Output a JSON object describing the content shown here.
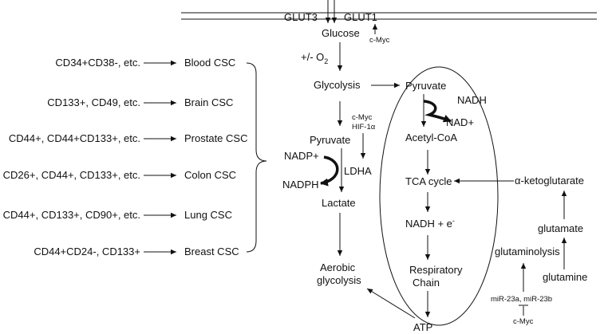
{
  "membrane": {
    "glut3": "GLUT3",
    "glut1": "GLUT1"
  },
  "pathway": {
    "glucose": "Glucose",
    "oxygen": "+/- O",
    "oxygen_sub": "2",
    "glut1_regulator": "c-Myc",
    "glycolysis": "Glycolysis",
    "pyruvate_cyto": "Pyruvate",
    "nadp_plus": "NADP+",
    "nadph": "NADPH",
    "ldha": "LDHA",
    "ldha_reg_1": "c-Myc",
    "ldha_reg_2": "HIF-1α",
    "lactate": "Lactate",
    "aerobic_1": "Aerobic",
    "aerobic_2": "glycolysis"
  },
  "mitochondrion": {
    "pyruvate": "Pyruvate",
    "nadh": "NADH",
    "nad_plus": "NAD+",
    "acetyl_coa": "Acetyl-CoA",
    "tca": "TCA cycle",
    "nadh_e": "NADH + e",
    "nadh_e_sup": "-",
    "respiratory_1": "Respiratory",
    "respiratory_2": "Chain",
    "atp": "ATP"
  },
  "glutamine_branch": {
    "akg": "α-ketoglutarate",
    "glutamate": "glutamate",
    "glutaminolysis": "glutaminolysis",
    "glutamine": "glutamine",
    "mirna": "miR-23a, miR-23b",
    "cmyc": "c-Myc"
  },
  "csc_markers": [
    {
      "markers": "CD34+CD38-, etc.",
      "type": "Blood CSC"
    },
    {
      "markers": "CD133+, CD49, etc.",
      "type": "Brain CSC"
    },
    {
      "markers": "CD44+, CD44+CD133+, etc.",
      "type": "Prostate CSC"
    },
    {
      "markers": "CD26+, CD44+, CD133+, etc.",
      "type": "Colon CSC"
    },
    {
      "markers": "CD44+, CD133+, CD90+, etc.",
      "type": "Lung CSC"
    },
    {
      "markers": "CD44+CD24-, CD133+",
      "type": "Breast CSC"
    }
  ]
}
